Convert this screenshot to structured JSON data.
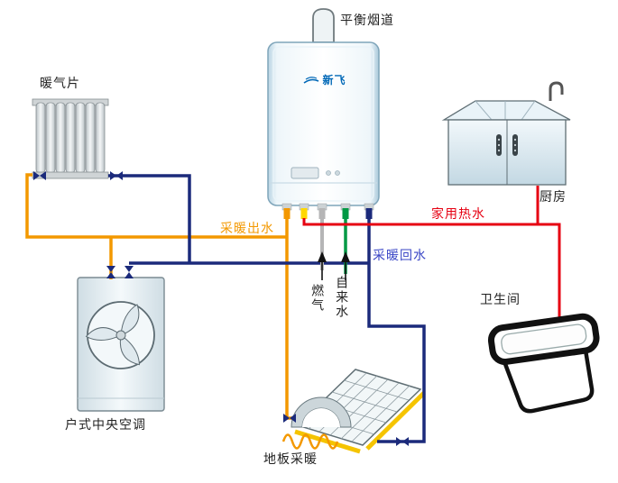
{
  "diagram": {
    "boiler": {
      "brand": "新飞"
    },
    "labels": {
      "flue": "平衡烟道",
      "radiator": "暖气片",
      "kitchen": "厨房",
      "heating_supply": "采暖出水",
      "domestic_hot_water": "家用热水",
      "heating_return": "采暖回水",
      "gas": "燃气",
      "tap_water": "自来水",
      "bathroom": "卫生间",
      "central_ac": "户式中央空调",
      "floor_heating": "地板采暖"
    },
    "colors": {
      "heating_supply_pipe": "#f39800",
      "domestic_hot_water_pipe": "#e60012",
      "heating_return_pipe": "#1b2a7b",
      "heating_return_label": "#3a46c6",
      "gas_pipe": "#b5b5b6",
      "tap_water_pipe": "#009944",
      "dhw_outlet_stub": "#ffd800",
      "valve": "#1b2a7b",
      "brand_blue": "#0068b7"
    }
  }
}
